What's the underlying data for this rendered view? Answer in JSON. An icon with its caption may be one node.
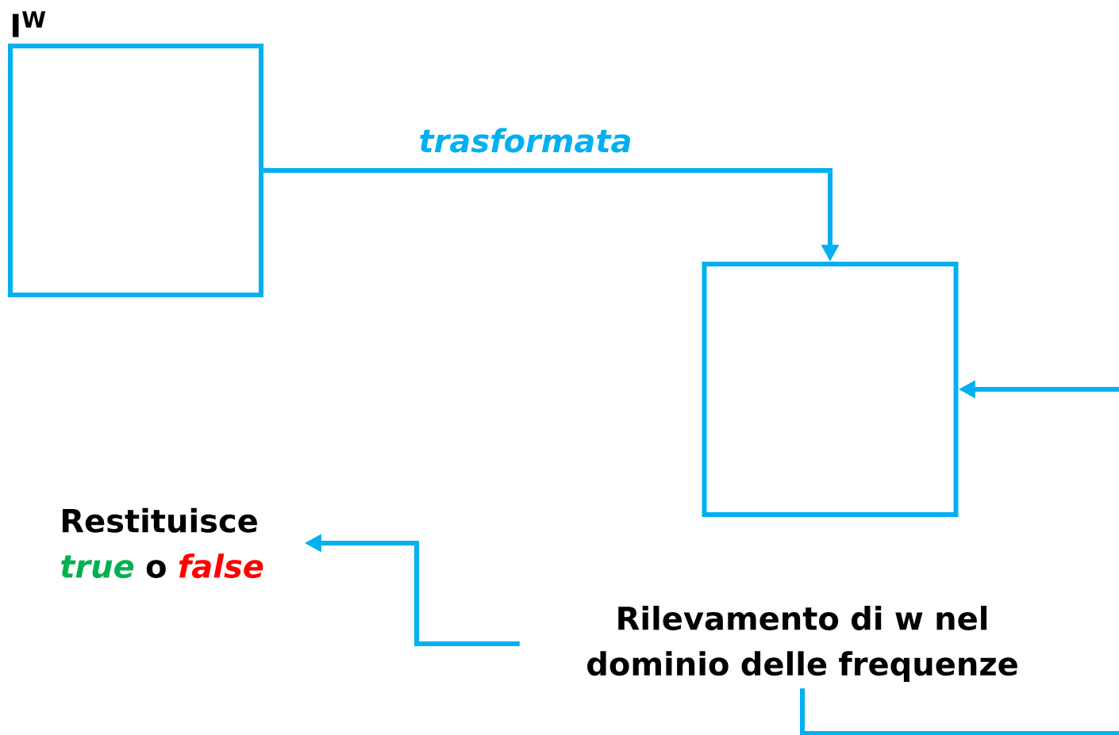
{
  "diagram": {
    "nodes": [
      {
        "text": [
          "I$^{W}$"
        ]
      },
      {
        "text": [],
        "shape": "box"
      },
      {
        "text": [
          "Restituisce",
          "true",
          "o",
          "false"
        ]
      },
      {
        "text": [
          "Rilevamento di w nel dominio delle frequenze"
        ]
      }
    ],
    "edges": [
      {
        "from": 0,
        "to": 1,
        "arrow": "to",
        "label": "trasformata"
      },
      {
        "from": null,
        "to": 1,
        "arrow": "to"
      },
      {
        "from": 3,
        "to": 2,
        "arrow": "to"
      },
      {
        "from": 3,
        "to": null,
        "arrow": "none"
      }
    ]
  }
}
